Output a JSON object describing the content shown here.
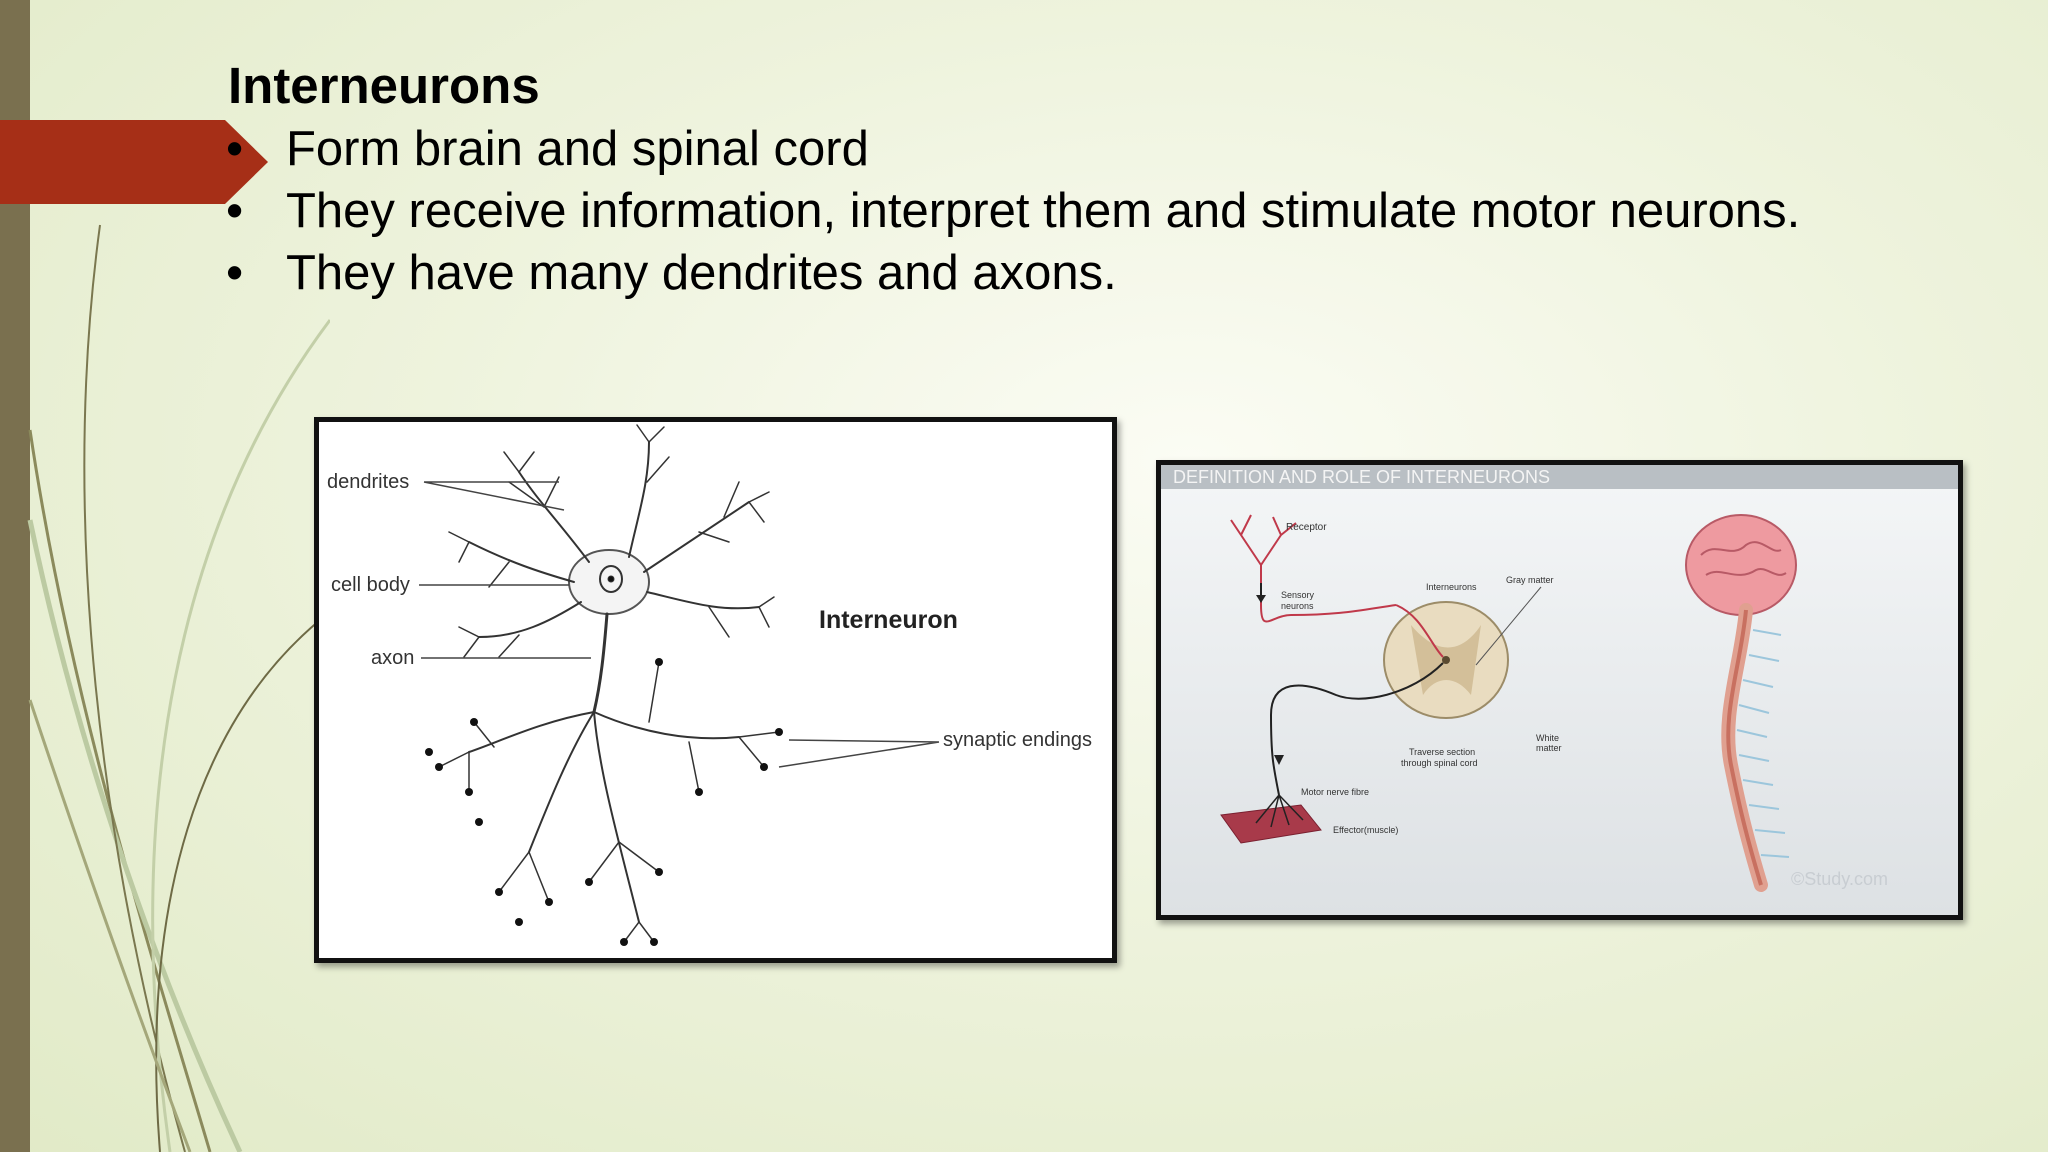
{
  "slide": {
    "title": "Interneurons",
    "bullets": [
      "Form brain and spinal cord",
      "They receive information, interpret them and stimulate motor neurons.",
      "They have many dendrites and axons."
    ]
  },
  "figure1": {
    "labels": {
      "dendrites": "dendrites",
      "cell_body": "cell body",
      "axon": "axon",
      "synaptic_endings": "synaptic endings",
      "title": "Interneuron"
    }
  },
  "figure2": {
    "header": "DEFINITION AND ROLE OF INTERNEURONS",
    "labels": {
      "receptor": "Receptor",
      "sensory_neurons_1": "Sensory",
      "sensory_neurons_2": "neurons",
      "interneurons": "Interneurons",
      "gray_matter": "Gray matter",
      "white_matter_1": "White",
      "white_matter_2": "matter",
      "transverse_1": "Traverse section",
      "transverse_2": "through spinal cord",
      "motor_nerve_fibre": "Motor nerve fibre",
      "effector": "Effector(muscle)",
      "watermark": "©Study.com"
    }
  },
  "colors": {
    "accent_tab": "#a62f17",
    "left_bar": "#7a704f",
    "background": "#e8eed4"
  }
}
